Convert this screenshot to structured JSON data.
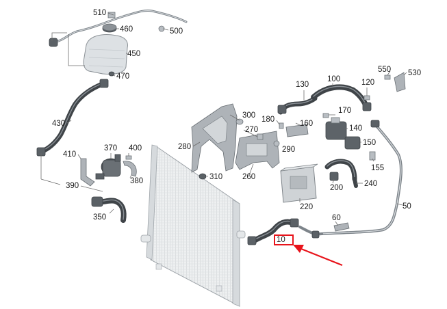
{
  "diagram": {
    "callouts": [
      {
        "id": "510",
        "text": "510"
      },
      {
        "id": "460",
        "text": "460"
      },
      {
        "id": "500",
        "text": "500"
      },
      {
        "id": "450",
        "text": "450"
      },
      {
        "id": "470",
        "text": "470"
      },
      {
        "id": "430",
        "text": "430"
      },
      {
        "id": "410",
        "text": "410"
      },
      {
        "id": "370",
        "text": "370"
      },
      {
        "id": "400",
        "text": "400"
      },
      {
        "id": "380",
        "text": "380"
      },
      {
        "id": "390",
        "text": "390"
      },
      {
        "id": "350",
        "text": "350"
      },
      {
        "id": "280",
        "text": "280"
      },
      {
        "id": "300",
        "text": "300"
      },
      {
        "id": "270",
        "text": "270"
      },
      {
        "id": "180",
        "text": "180"
      },
      {
        "id": "160",
        "text": "160"
      },
      {
        "id": "290",
        "text": "290"
      },
      {
        "id": "310",
        "text": "310"
      },
      {
        "id": "260",
        "text": "260"
      },
      {
        "id": "130",
        "text": "130"
      },
      {
        "id": "100",
        "text": "100"
      },
      {
        "id": "120",
        "text": "120"
      },
      {
        "id": "550",
        "text": "550"
      },
      {
        "id": "530",
        "text": "530"
      },
      {
        "id": "170",
        "text": "170"
      },
      {
        "id": "140",
        "text": "140"
      },
      {
        "id": "150",
        "text": "150"
      },
      {
        "id": "155",
        "text": "155"
      },
      {
        "id": "200",
        "text": "200"
      },
      {
        "id": "240",
        "text": "240"
      },
      {
        "id": "220",
        "text": "220"
      },
      {
        "id": "50",
        "text": "50"
      },
      {
        "id": "60",
        "text": "60"
      },
      {
        "id": "10",
        "text": "10"
      }
    ],
    "highlight": {
      "target": "10",
      "color": "#e8141b"
    }
  }
}
